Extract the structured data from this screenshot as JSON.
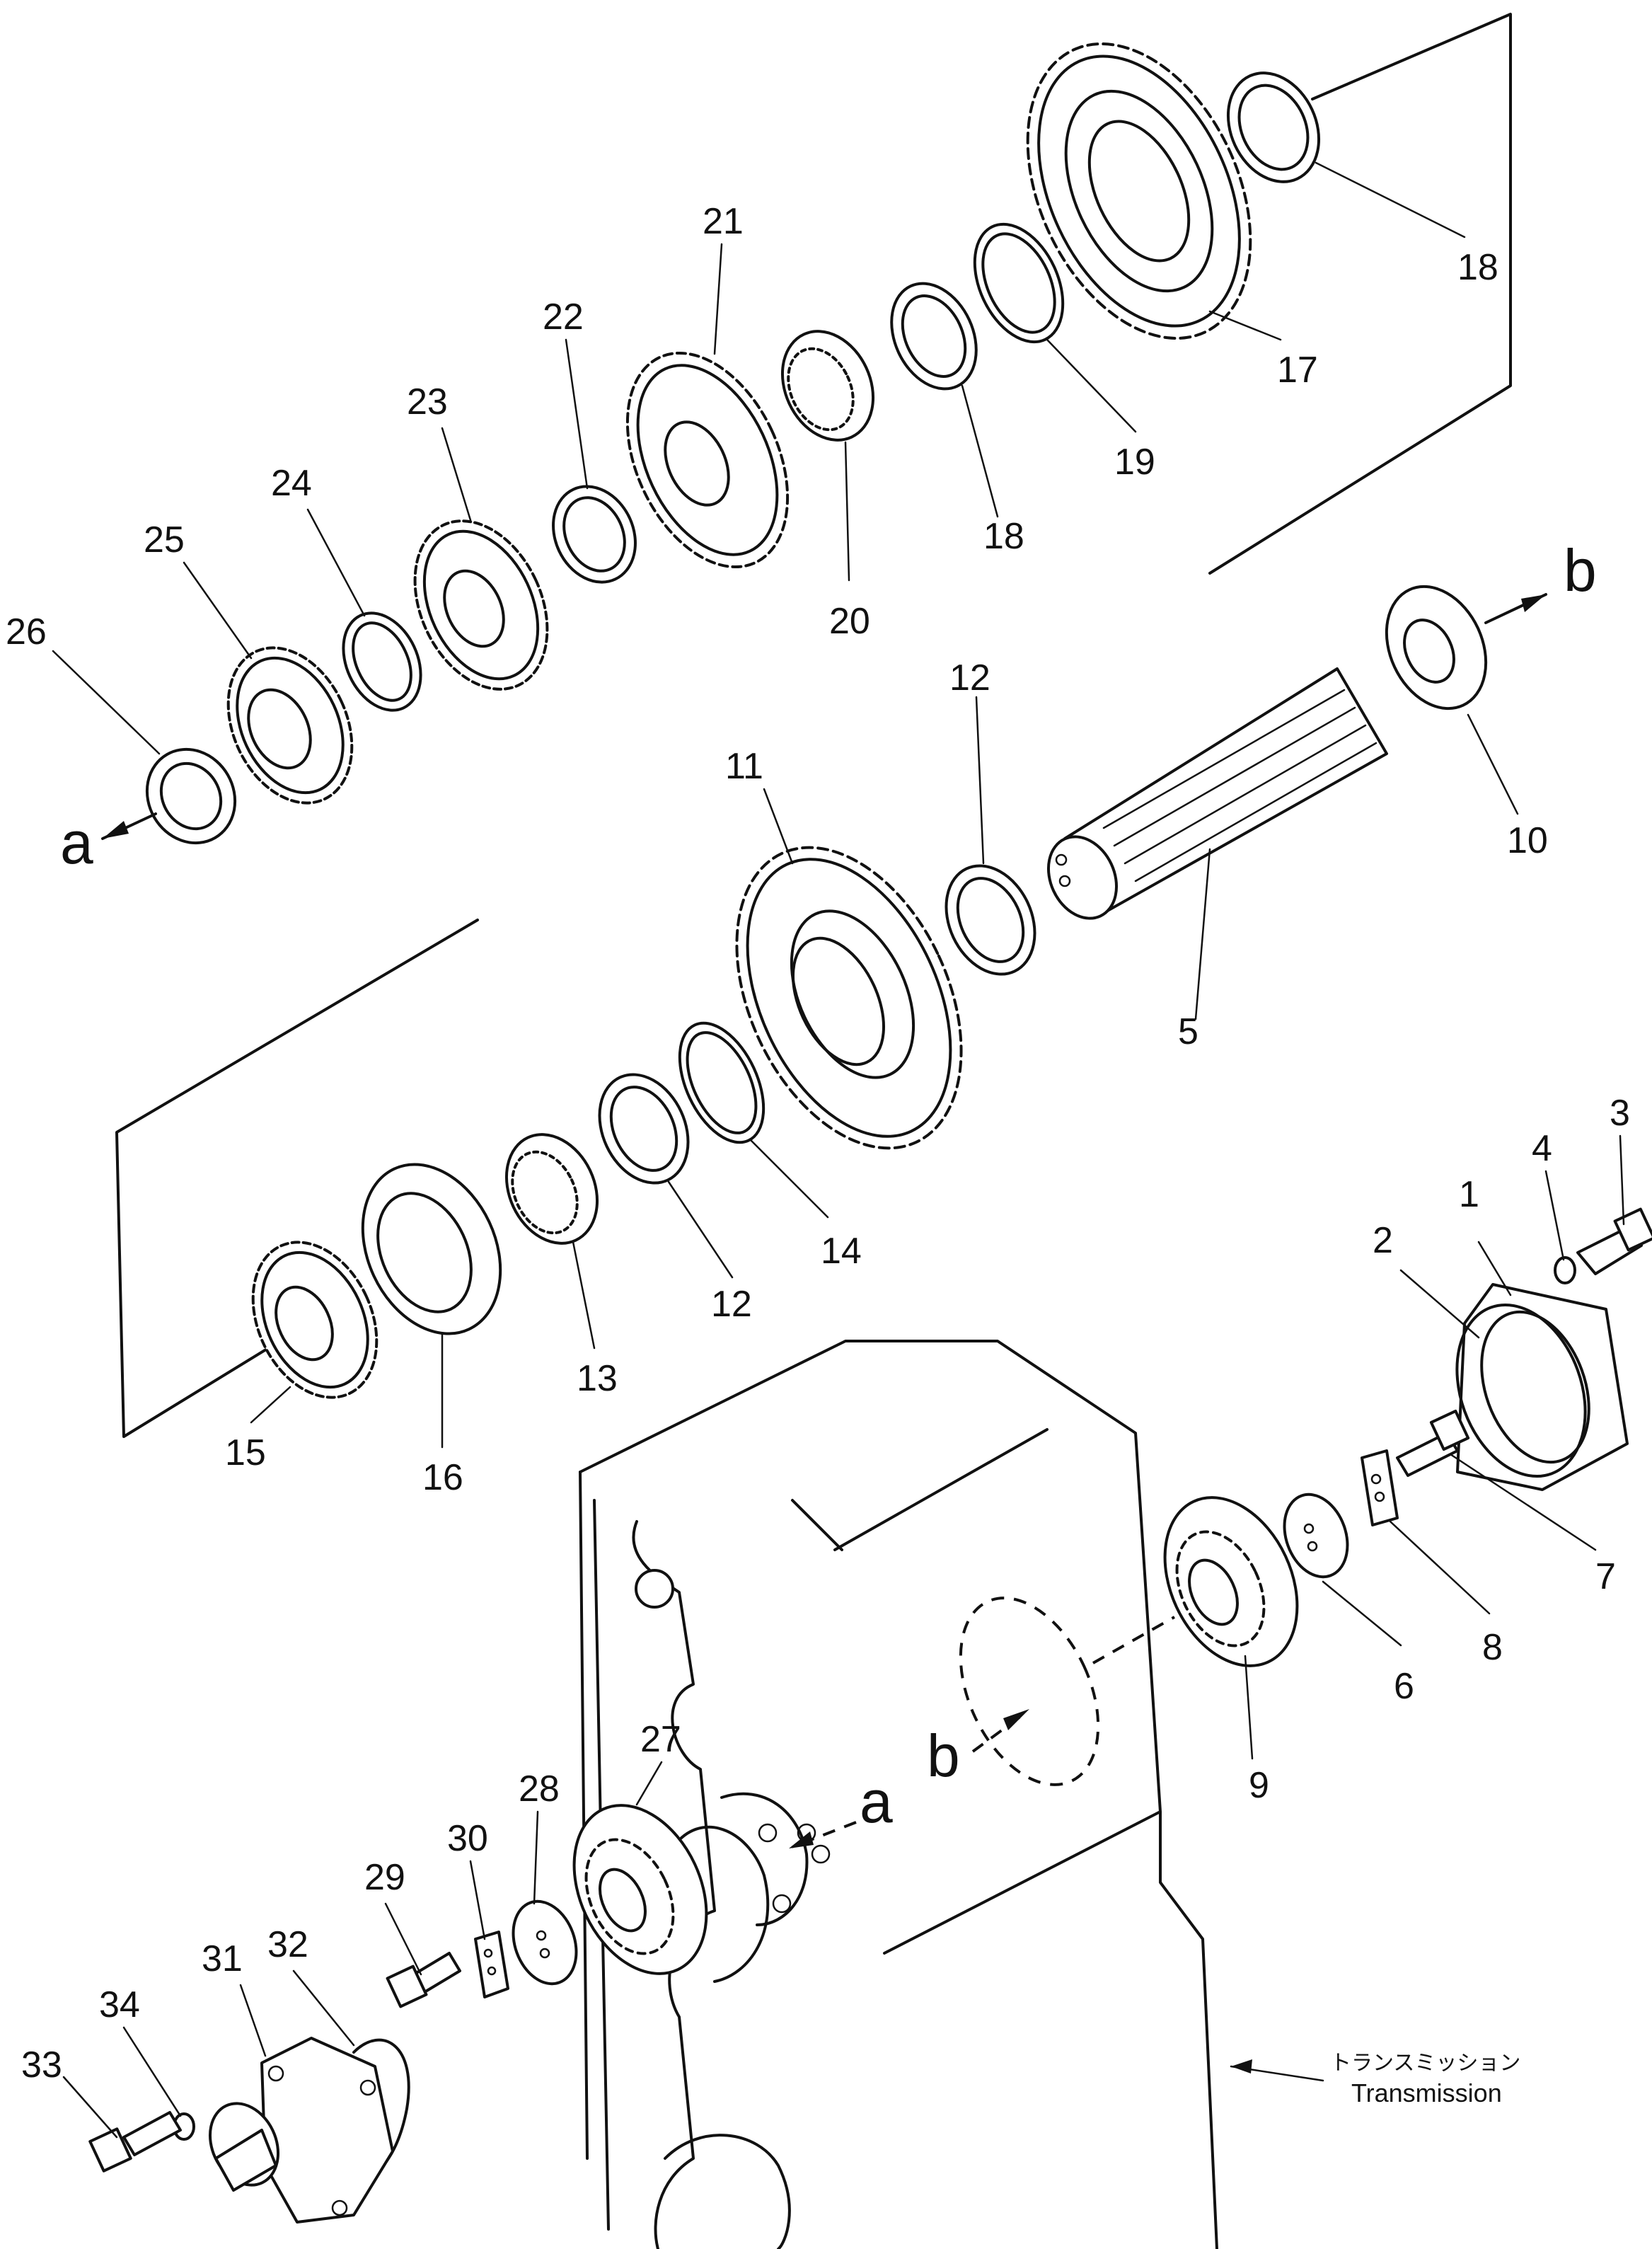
{
  "callouts": [
    {
      "label": "1"
    },
    {
      "label": "2"
    },
    {
      "label": "3"
    },
    {
      "label": "4"
    },
    {
      "label": "5"
    },
    {
      "label": "6"
    },
    {
      "label": "7"
    },
    {
      "label": "8"
    },
    {
      "label": "9"
    },
    {
      "label": "10"
    },
    {
      "label": "11"
    },
    {
      "label": "12"
    },
    {
      "label": "12"
    },
    {
      "label": "12"
    },
    {
      "label": "13"
    },
    {
      "label": "14"
    },
    {
      "label": "15"
    },
    {
      "label": "16"
    },
    {
      "label": "17"
    },
    {
      "label": "18"
    },
    {
      "label": "18"
    },
    {
      "label": "19"
    },
    {
      "label": "20"
    },
    {
      "label": "21"
    },
    {
      "label": "22"
    },
    {
      "label": "23"
    },
    {
      "label": "24"
    },
    {
      "label": "25"
    },
    {
      "label": "26"
    },
    {
      "label": "27"
    },
    {
      "label": "28"
    },
    {
      "label": "29"
    },
    {
      "label": "30"
    },
    {
      "label": "31"
    },
    {
      "label": "32"
    },
    {
      "label": "33"
    },
    {
      "label": "34"
    }
  ],
  "connectors": {
    "a_top": "a",
    "a_bottom": "a",
    "b_top": "b",
    "b_bottom": "b"
  },
  "housing": {
    "label_jp": "トランスミッション",
    "label_en": "Transmission"
  }
}
